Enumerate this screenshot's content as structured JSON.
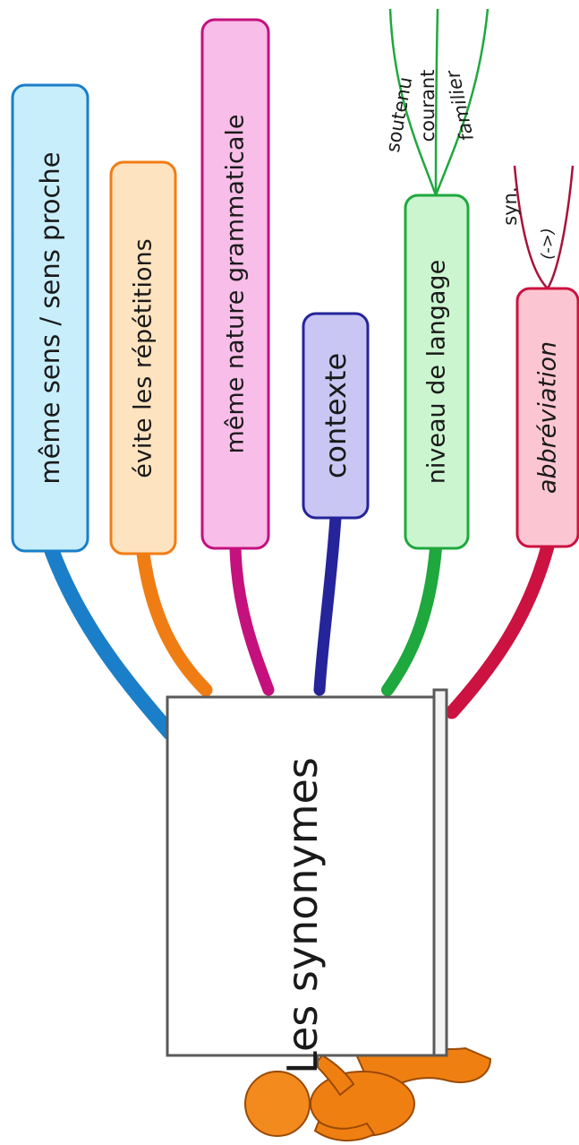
{
  "center": {
    "title": "Les synonymes"
  },
  "branches": [
    {
      "label": "même sens / sens proche",
      "stroke": "#1a7fc8",
      "fill": "#c8eefc"
    },
    {
      "label": "évite les répétitions",
      "stroke": "#f07d14",
      "fill": "#fde3bf"
    },
    {
      "label": "même nature grammaticale",
      "stroke": "#c4117e",
      "fill": "#f8bde8"
    },
    {
      "label": "contexte",
      "stroke": "#25249a",
      "fill": "#c9c6f4"
    },
    {
      "label": "niveau de langage",
      "stroke": "#1fa83e",
      "fill": "#cbf5cf",
      "children": [
        "soutenu",
        "courant",
        "familier"
      ]
    },
    {
      "label": "abbréviation",
      "stroke": "#cc1240",
      "fill": "#fbc6d2",
      "children": [
        "syn.",
        "(->)"
      ]
    }
  ],
  "figure": {
    "shirt": "#f07f12",
    "head": "#f28a1e"
  }
}
